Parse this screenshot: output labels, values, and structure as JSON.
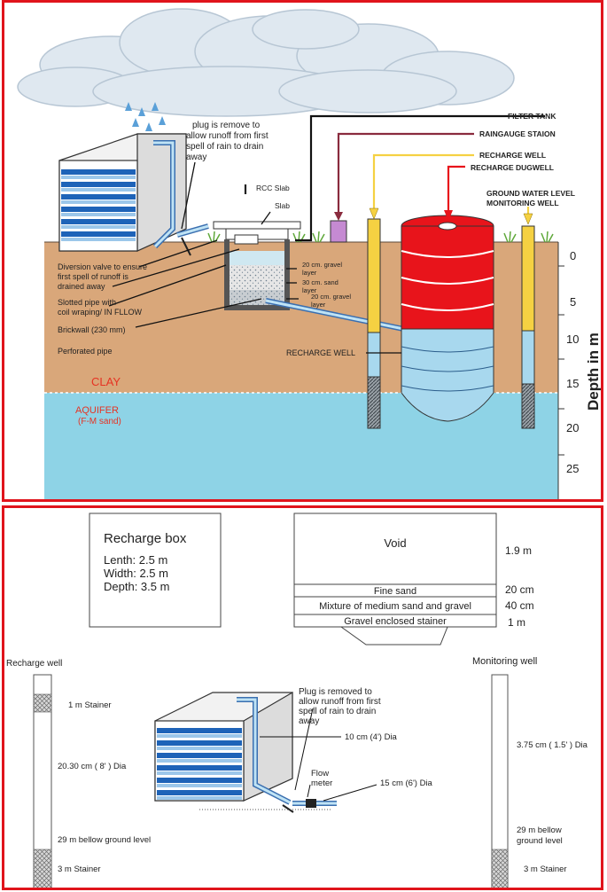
{
  "top": {
    "labels": {
      "filter_tank": "FILTER TANK",
      "raingauge": "RAINGAUGE STAION",
      "recharge_well": "RECHARGE WELL",
      "recharge_dugwell": "RECHARGE DUGWELL",
      "gwl_1": "GROUND WATER LEVEL",
      "gwl_2": "MONITORING WELL",
      "plug_1": "plug is remove to",
      "plug_2": "allow runoff from first",
      "plug_3": "spell of rain to drain",
      "plug_4": "away",
      "rcc_slab": "RCC Slab",
      "slab": "Slab",
      "gravel_1": "20 cm. gravel",
      "gravel_2": "layer",
      "sand_1": "30 cm. sand",
      "sand_2": "layer",
      "gravel2_1": "20 cm. gravel",
      "gravel2_2": "layer",
      "diversion_1": "Diversion valve to ensure",
      "diversion_2": "first spell of runoff is",
      "diversion_3": "drained away",
      "slotted_1": "Slotted pipe with",
      "slotted_2": "coil wraping/ IN FLLOW",
      "brickwall": "Brickwall (230 mm)",
      "perforated": "Perforated pipe",
      "recharge_well_inner": "RECHARGE WELL",
      "clay": "CLAY",
      "aquifer_1": "AQUIFER",
      "aquifer_2": "(F-M sand)",
      "depth_axis": "Depth in m",
      "depth_ticks": [
        "0",
        "5",
        "10",
        "15",
        "20",
        "25"
      ]
    },
    "colors": {
      "soil": "#d9a77a",
      "aquifer": "#8ed3e6",
      "clay_text": "#e63323",
      "drum_red": "#e8141b",
      "yellow_pipe": "#f5d142"
    }
  },
  "bottom": {
    "recharge_box": {
      "title": "Recharge box",
      "length": "Lenth: 2.5 m",
      "width": "Width: 2.5 m",
      "depth": "Depth: 3.5 m"
    },
    "tank_layers": {
      "void": "Void",
      "fine_sand": "Fine sand",
      "mixture": "Mixture of medium sand and gravel",
      "gravel": "Gravel enclosed stainer",
      "dims": [
        "1.9 m",
        "20 cm",
        "40 cm",
        "1 m"
      ]
    },
    "recharge_well": {
      "title": "Recharge  well",
      "stainer_top": "1 m Stainer",
      "dia": "20.30 cm ( 8' ) Dia",
      "depth": "29 m bellow ground level",
      "stainer_bottom": "3 m Stainer"
    },
    "building": {
      "plug_1": "Plug is removed to",
      "plug_2": "allow runoff from first",
      "plug_3": "spell of rain to drain",
      "plug_4": "away",
      "pipe_dia": "10 cm (4') Dia",
      "flow_1": "Flow",
      "flow_2": "meter",
      "outlet_dia": "15 cm (6') Dia"
    },
    "monitoring_well": {
      "title": "Monitoring well",
      "dia": "3.75 cm ( 1.5' ) Dia",
      "depth_1": "29 m bellow",
      "depth_2": "ground level",
      "stainer": "3 m Stainer"
    }
  }
}
